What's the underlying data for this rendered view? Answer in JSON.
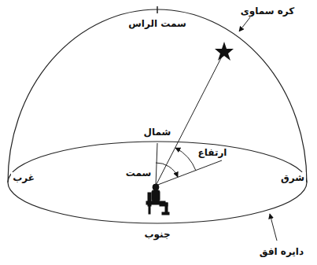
{
  "diagram": {
    "labels": [
      "سمت الراس",
      "کره سماوی",
      "شمال",
      "ارتفاع",
      "سمت",
      "غرب",
      "شرق",
      "جنوب",
      "دایره افق"
    ]
  }
}
